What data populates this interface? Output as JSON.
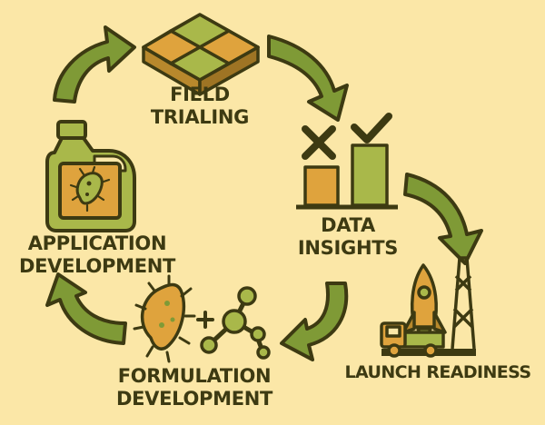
{
  "colors": {
    "background": "#fbe7a7",
    "arrow_fill": "#7f9a36",
    "outline": "#3d3a12",
    "amber": "#dfa33d",
    "olive": "#a9b84a"
  },
  "stages": [
    {
      "id": "field-trialing",
      "lines": [
        "FIELD",
        "TRIALING"
      ],
      "icon": "field-plot-icon"
    },
    {
      "id": "data-insights",
      "lines": [
        "DATA",
        "INSIGHTS"
      ],
      "icon": "bar-chart-check-icon"
    },
    {
      "id": "launch-readiness",
      "lines": [
        "LAUNCH READINESS"
      ],
      "icon": "rocket-truck-icon"
    },
    {
      "id": "formulation-development",
      "lines": [
        "FORMULATION",
        "DEVELOPMENT"
      ],
      "icon": "microbe-molecule-icon"
    },
    {
      "id": "application-development",
      "lines": [
        "APPLICATION",
        "DEVELOPMENT"
      ],
      "icon": "jug-microbe-icon"
    }
  ]
}
